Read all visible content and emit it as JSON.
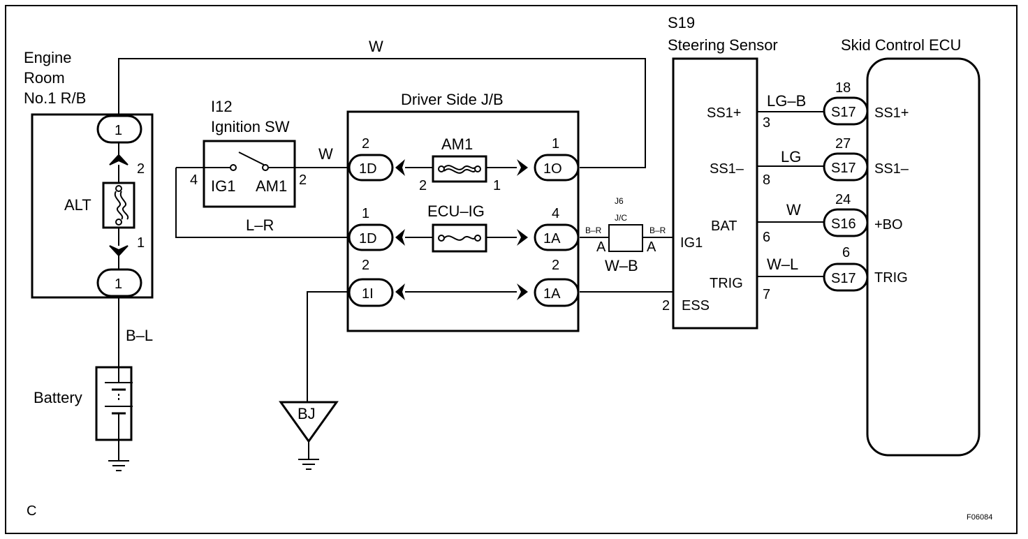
{
  "labels": {
    "engine_room_1": "Engine",
    "engine_room_2": "Room",
    "engine_room_3": "No.1 R/B",
    "alt": "ALT",
    "battery": "Battery",
    "i12": "I12",
    "ignition_sw": "Ignition SW",
    "ig1_sw": "IG1",
    "am1_sw": "AM1",
    "driver_jb": "Driver Side J/B",
    "am1_fuse": "AM1",
    "ecu_ig_fuse": "ECU–IG",
    "j6": "J6",
    "jc": "J/C",
    "s19": "S19",
    "steering_sensor": "Steering Sensor",
    "skid_ecu": "Skid Control ECU",
    "bj": "BJ",
    "corner_c": "C",
    "fig_code": "F06084"
  },
  "wires": {
    "w_top": "W",
    "w_sw": "W",
    "lr": "L–R",
    "bl": "B–L",
    "br_left": "B–R",
    "br_right": "B–R",
    "a_left": "A",
    "a_right": "A",
    "wb": "W–B",
    "lgb": "LG–B",
    "lg": "LG",
    "w_bat": "W",
    "wl": "W–L"
  },
  "pins": {
    "rb_top": "1",
    "rb_bottom": "1",
    "alt_2": "2",
    "alt_1": "1",
    "sw_4": "4",
    "sw_2": "2",
    "jb_1d_top_num": "2",
    "jb_1d_top": "1D",
    "jb_1d_mid_num": "1",
    "jb_1d_mid": "1D",
    "jb_1i_num": "2",
    "jb_1i": "1I",
    "jb_1o_num": "1",
    "jb_1o": "1O",
    "jb_1a_mid_num": "4",
    "jb_1a_mid": "1A",
    "jb_1a_bot_num": "2",
    "jb_1a_bot": "1A",
    "am1_left": "2",
    "am1_right": "1",
    "ss1p": "SS1+",
    "ss1p_num": "3",
    "ss1m": "SS1–",
    "ss1m_num": "8",
    "bat": "BAT",
    "bat_num": "6",
    "ig1": "IG1",
    "trig": "TRIG",
    "trig_num": "7",
    "ess": "ESS",
    "ess_num": "2",
    "ecu_18": "18",
    "ecu_27": "27",
    "ecu_24": "24",
    "ecu_6": "6",
    "conn_s17_a": "S17",
    "conn_s17_b": "S17",
    "conn_s16": "S16",
    "conn_s17_c": "S17",
    "ecu_ss1p": "SS1+",
    "ecu_ss1m": "SS1–",
    "ecu_bo": "+BO",
    "ecu_trig": "TRIG"
  }
}
